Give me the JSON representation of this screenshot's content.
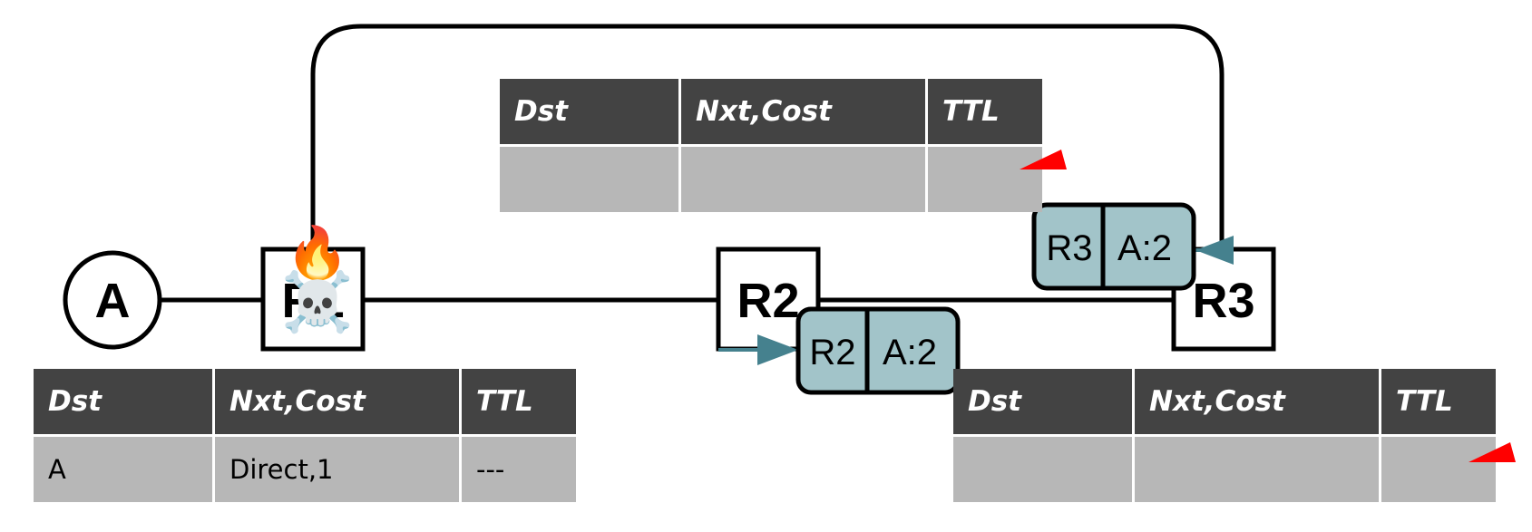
{
  "nodes": {
    "host_a": "A",
    "r1": "R1",
    "r2": "R2",
    "r3": "R3"
  },
  "packets": {
    "from_r2": {
      "router": "R2",
      "route": "A:2"
    },
    "from_r3": {
      "router": "R3",
      "route": "A:2"
    }
  },
  "emoji": {
    "skull": "☠️",
    "fire": "🔥"
  },
  "tables": {
    "r1": {
      "headers": [
        "Dst",
        "Nxt,Cost",
        "TTL"
      ],
      "row": [
        "A",
        "Direct,1",
        "---"
      ]
    },
    "r2": {
      "headers": [
        "Dst",
        "Nxt,Cost",
        "TTL"
      ],
      "row": [
        "",
        "",
        ""
      ]
    },
    "r3": {
      "headers": [
        "Dst",
        "Nxt,Cost",
        "TTL"
      ],
      "row": [
        "",
        "",
        ""
      ]
    }
  },
  "colors": {
    "header_bg": "#434343",
    "cell_bg": "#b7b7b7",
    "packet_fill": "#a2c4c9",
    "arrow": "#45818e",
    "ttl_marker": "#ff0000"
  }
}
